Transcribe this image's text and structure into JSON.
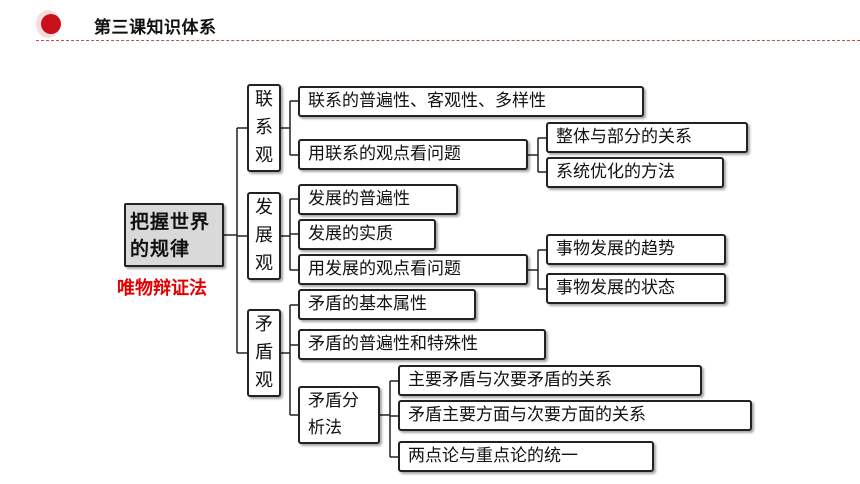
{
  "header": {
    "title": "第三课知识体系"
  },
  "root": {
    "line1": "把握世界",
    "line2": "的规律"
  },
  "subtitle": "唯物辩证法",
  "branches": {
    "lianxi": {
      "label_chars": [
        "联",
        "系",
        "观"
      ],
      "items": {
        "a": "联系的普遍性、客观性、多样性",
        "b": "用联系的观点看问题",
        "b1": "整体与部分的关系",
        "b2": "系统优化的方法"
      }
    },
    "fazhan": {
      "label_chars": [
        "发",
        "展",
        "观"
      ],
      "items": {
        "a": "发展的普遍性",
        "b": "发展的实质",
        "c": "用发展的观点看问题",
        "c1": "事物发展的趋势",
        "c2": "事物发展的状态"
      }
    },
    "maodun": {
      "label_chars": [
        "矛",
        "盾",
        "观"
      ],
      "items": {
        "a": "矛盾的基本属性",
        "b": "矛盾的普遍性和特殊性",
        "c_line1": "矛盾分",
        "c_line2": "析法",
        "c1": "主要矛盾与次要矛盾的关系",
        "c2": "矛盾主要方面与次要方面的关系",
        "c3": "两点论与重点论的统一"
      }
    }
  }
}
